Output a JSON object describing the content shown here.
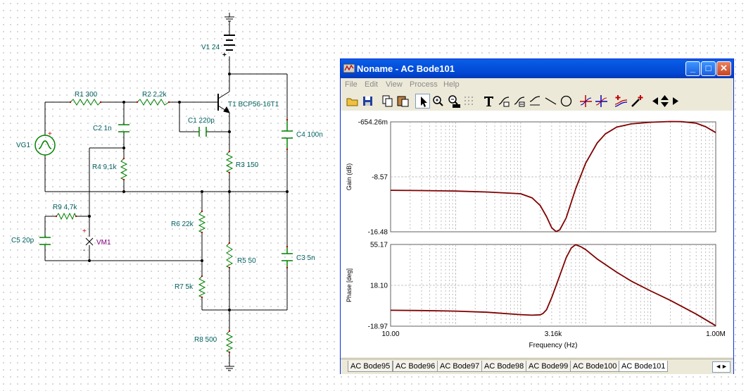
{
  "schematic": {
    "labels": {
      "v1": "V1 24",
      "r1": "R1 300",
      "r2": "R2 2,2k",
      "t1": "T1 BCP56-16T1",
      "c2": "C2 1n",
      "c1": "C1 220p",
      "c4": "C4 100n",
      "vg1": "VG1",
      "r4": "R4 9,1k",
      "r3": "R3 150",
      "r9": "R9 4,7k",
      "r6": "R6 22k",
      "c5": "C5 20p",
      "vm1": "VM1",
      "r5": "R5 50",
      "c3": "C3 5n",
      "r7": "R7 5k",
      "r8": "R8 500"
    },
    "polarity": {
      "plus": "+",
      "minus": "-"
    }
  },
  "window": {
    "title": "Noname - AC Bode101",
    "minimize": "_",
    "maximize": "□",
    "close": "✕",
    "menu": [
      "File",
      "Edit",
      "View",
      "Process",
      "Help"
    ],
    "toolbar_icons": [
      "open-folder-icon",
      "save-disk-icon",
      "copy-icon",
      "paste-icon",
      "pointer-icon",
      "zoom-in-icon",
      "zoom-100-icon",
      "grid-icon",
      "text-tool-icon",
      "curve-label-icon",
      "curve-label2-icon",
      "curve-label3-icon",
      "line-tool-icon",
      "circle-tool-icon",
      "cursor-a-icon",
      "cursor-b-icon",
      "add-curve-icon",
      "color-picker-icon",
      "move-left-icon",
      "move-updown-icon",
      "move-right-icon"
    ],
    "tabs": [
      "AC Bode95",
      "AC Bode96",
      "AC Bode97",
      "AC Bode98",
      "AC Bode99",
      "AC Bode100",
      "AC Bode101"
    ],
    "active_tab": "AC Bode101",
    "scroll_left": "◄",
    "scroll_right": "►",
    "colors": {
      "trace": "#800000",
      "grid": "#b0b0b0",
      "titlebar": "#0554e0"
    }
  },
  "chart_data": [
    {
      "type": "line",
      "ylabel": "Gain (dB)",
      "xscale": "log",
      "xlim": [
        10,
        1000000
      ],
      "ylim": [
        -16.48,
        -0.65426
      ],
      "ytick_labels": [
        "-654.26m",
        "-8.57",
        "-16.48"
      ],
      "yticks": [
        -0.65426,
        -8.57,
        -16.48
      ],
      "grid": true,
      "series": [
        {
          "x": [
            10,
            30,
            100,
            300,
            1000,
            1500,
            2000,
            2500,
            3000,
            3500,
            4000,
            5000,
            7000,
            10000,
            15000,
            20000,
            30000,
            50000,
            100000,
            200000,
            300000,
            500000,
            700000,
            1000000
          ],
          "y": [
            -10.5,
            -10.55,
            -10.62,
            -10.75,
            -11.0,
            -11.6,
            -12.7,
            -14.3,
            -15.9,
            -16.45,
            -16.2,
            -14.5,
            -10.3,
            -6.6,
            -3.7,
            -2.4,
            -1.4,
            -0.95,
            -0.7,
            -0.6,
            -0.62,
            -0.85,
            -1.35,
            -2.2
          ]
        }
      ]
    },
    {
      "type": "line",
      "xlabel": "Frequency (Hz)",
      "ylabel": "Phase [deg]",
      "xscale": "log",
      "xlim": [
        10,
        1000000
      ],
      "ylim": [
        -18.97,
        55.17
      ],
      "ytick_labels": [
        "55.17",
        "18.10",
        "-18.97"
      ],
      "yticks": [
        55.17,
        18.1,
        -18.97
      ],
      "xtick_labels": [
        "10.00",
        "3.16k",
        "1.00M"
      ],
      "xticks": [
        10,
        3160,
        1000000
      ],
      "grid": true,
      "series": [
        {
          "x": [
            10,
            30,
            100,
            300,
            1000,
            1500,
            2000,
            2200,
            2500,
            3000,
            4000,
            5000,
            6000,
            7000,
            8500,
            10000,
            15000,
            20000,
            30000,
            50000,
            100000,
            200000,
            500000,
            1000000
          ],
          "y": [
            -4.5,
            -4.8,
            -5.3,
            -6.3,
            -8.5,
            -9.0,
            -8.6,
            -7.5,
            -4.0,
            7.0,
            27.0,
            43.0,
            52.0,
            55.0,
            53.0,
            50.5,
            42.0,
            37.0,
            30.0,
            22.0,
            13.0,
            4.5,
            -8.0,
            -18.5
          ]
        }
      ]
    }
  ]
}
